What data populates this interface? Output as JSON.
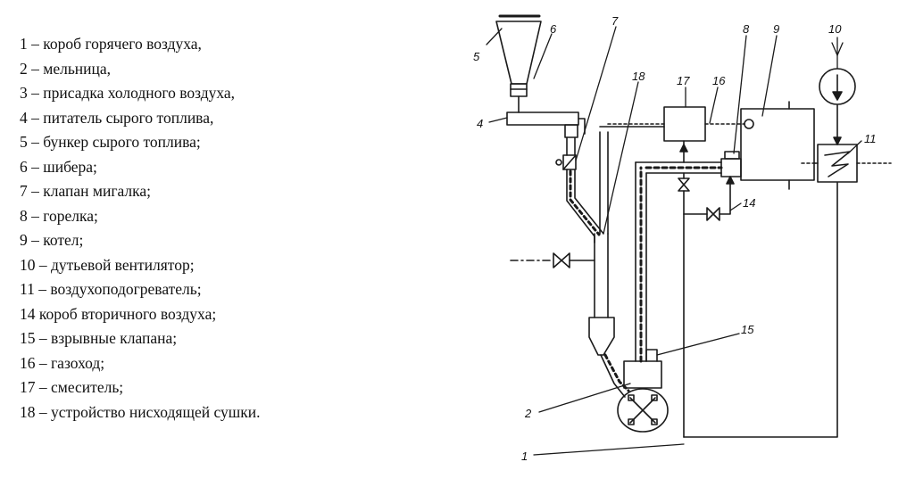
{
  "legend": [
    "1 – короб горячего воздуха,",
    "2 – мельница,",
    "3 – присадка холодного воздуха,",
    "4 – питатель сырого топлива,",
    "5 – бункер сырого топлива;",
    "6 – шибера;",
    "7 – клапан мигалка;",
    "8 – горелка;",
    "9 – котел;",
    "10 – дутьевой вентилятор;",
    "11 – воздухоподогреватель;",
    "14 короб вторичного воздуха;",
    "15 – взрывные клапана;",
    "16 – газоход;",
    "17 – смеситель;",
    "18 – устройство нисходящей сушки."
  ],
  "diagram_labels": {
    "n1": "1",
    "n2": "2",
    "n4": "4",
    "n5": "5",
    "n6": "6",
    "n7": "7",
    "n8": "8",
    "n9": "9",
    "n10": "10",
    "n11": "11",
    "n14": "14",
    "n15": "15",
    "n16": "16",
    "n17": "17",
    "n18": "18"
  }
}
